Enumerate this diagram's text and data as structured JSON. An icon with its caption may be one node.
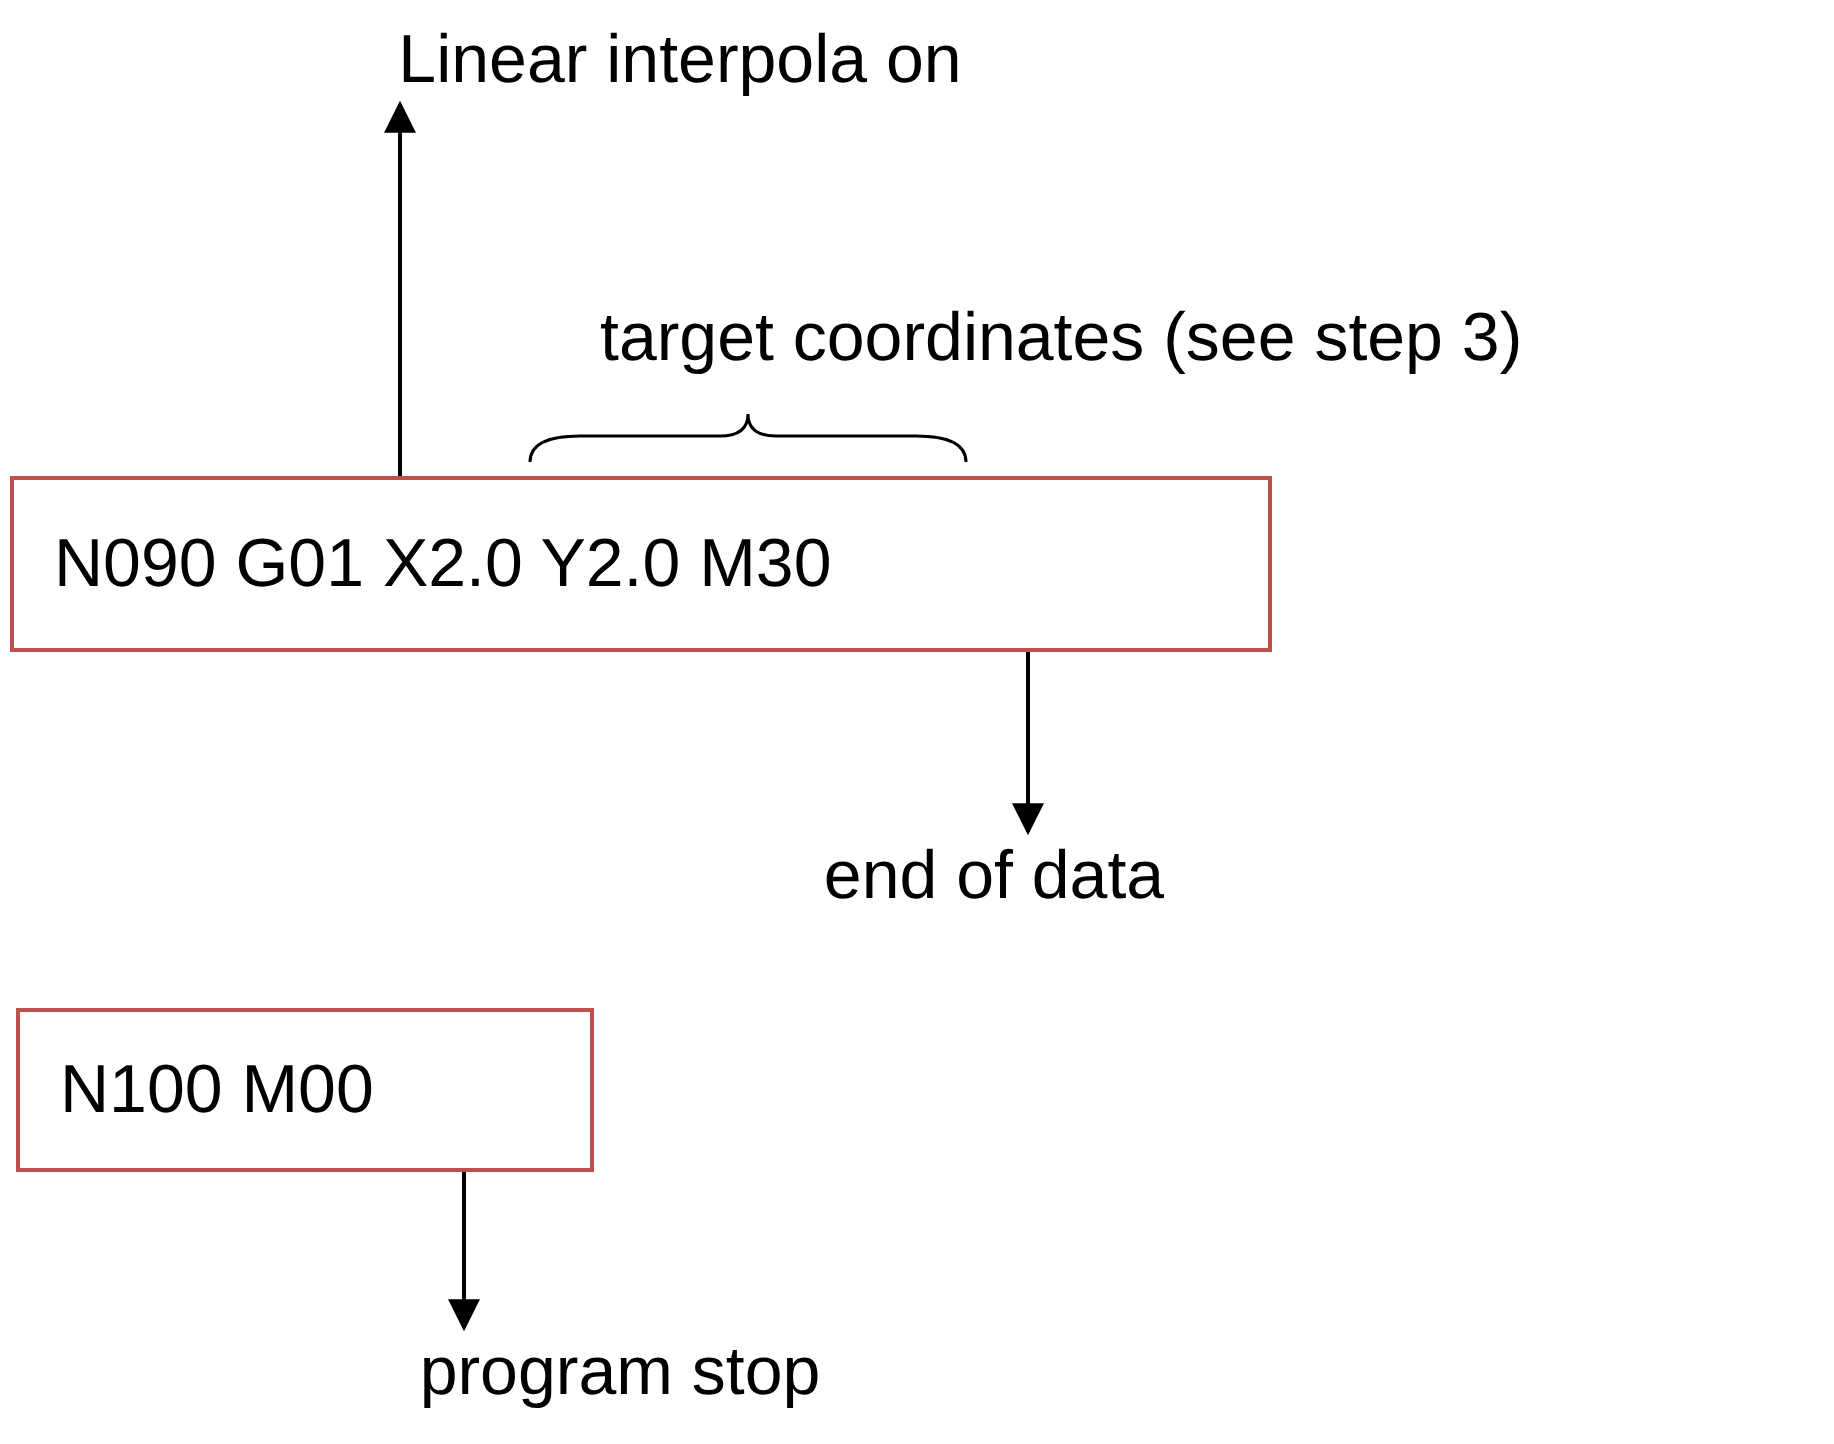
{
  "diagram": {
    "nodes": [
      {
        "text": [
          "N090 G01 X2.0 Y2.0 M30"
        ]
      },
      {
        "text": [
          "N100 M00"
        ]
      },
      {
        "text": [
          "Linear interpola on"
        ]
      },
      {
        "text": [
          "end of data"
        ]
      },
      {
        "text": [
          "program stop"
        ]
      }
    ],
    "edges": [
      {
        "from": 0,
        "to": 2,
        "arrow": "to"
      },
      {
        "from": 0,
        "to": 3,
        "arrow": "to"
      },
      {
        "from": 1,
        "to": 4,
        "arrow": "to"
      }
    ],
    "labels": [
      "target coordinates (see step 3)"
    ]
  }
}
